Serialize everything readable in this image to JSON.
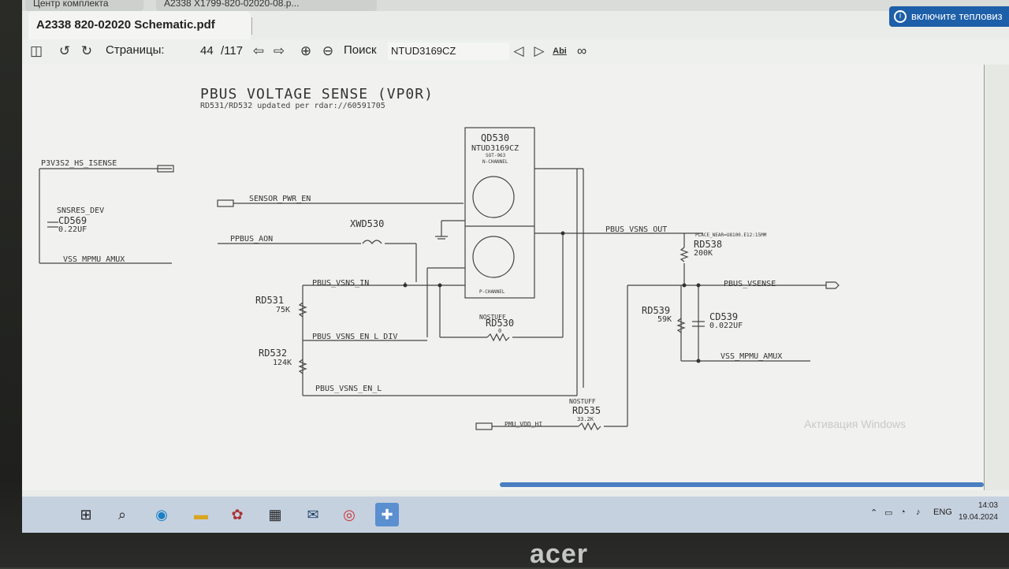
{
  "browser": {
    "tab_prev_label": "Центр комплекта",
    "tab_second_label": "A2338 X1799-820-02020-08.p...",
    "active_tab_title": "A2338 820-02020 Schematic.pdf",
    "notice_label": "включите тепловиз"
  },
  "toolbar": {
    "pages_label": "Страницы:",
    "current_page": "44",
    "total_pages": "/117",
    "search_label": "Поиск",
    "search_value": "NTUD3169CZ",
    "icons": [
      "sidebar-icon",
      "rotate-left-icon",
      "rotate-right-icon",
      "prev-page-icon",
      "next-page-icon",
      "zoom-in-icon",
      "zoom-out-icon",
      "find-prev-icon",
      "find-next-icon",
      "match-case-icon",
      "whole-word-icon"
    ]
  },
  "schematic": {
    "title": "PBUS VOLTAGE SENSE (VP0R)",
    "subtitle": "RD531/RD532 updated per rdar://60591705",
    "labels": {
      "p3v3s2": "P3V3S2_HS_ISENSE",
      "sensor_pwr_en": "SENSOR_PWR_EN",
      "ppbus_aon": "PPBUS_AON",
      "snsres_dev": "SNSRES_DEV",
      "cd569": "CD569",
      "cd569_val": "0.22UF",
      "vss_mpmu_amux_left": "VSS_MPMU_AMUX",
      "xwd530": "XWD530",
      "qd530": "QD530",
      "qd530_part": "NTUD3169CZ",
      "qd530_pkg": "SOT-963",
      "qd530_n": "N-CHANNEL",
      "qd530_p": "P-CHANNEL",
      "pbus_vsns_out": "PBUS_VSNS_OUT",
      "place_near": "PLACE_NEAR=U8100.E12:15MM",
      "rd538": "RD538",
      "rd538_val": "200K",
      "pbus_vsense": "PBUS_VSENSE",
      "rd539": "RD539",
      "rd539_val": "59K",
      "cd539": "CD539",
      "cd539_val": "0.022UF",
      "vss_mpmu_amux_right": "VSS_MPMU_AMUX",
      "pbus_vsns_in": "PBUS_VSNS_IN",
      "rd531": "RD531",
      "rd531_val": "75K",
      "rd532": "RD532",
      "rd532_val": "124K",
      "nostuff1": "NOSTUFF",
      "rd530": "RD530",
      "rd530_val": "0",
      "pbus_vsns_en_l_div": "PBUS_VSNS_EN_L_DIV",
      "pbus_vsns_en_l": "PBUS_VSNS_EN_L",
      "nostuff2": "NOSTUFF",
      "rd535": "RD535",
      "rd535_val": "33.2K",
      "pmu_vdd_hi": "PMU_VDD_HI"
    },
    "watermark": "Активация Windows"
  },
  "taskbar": {
    "icons": [
      "windows-start-icon",
      "search-icon",
      "edge-icon",
      "file-explorer-icon",
      "app-icon",
      "store-icon",
      "mail-icon",
      "chrome-icon",
      "pdf-viewer-icon"
    ],
    "lang": "ENG",
    "time": "14:03",
    "date": "19.04.2024"
  },
  "device": {
    "brand": "acer"
  }
}
